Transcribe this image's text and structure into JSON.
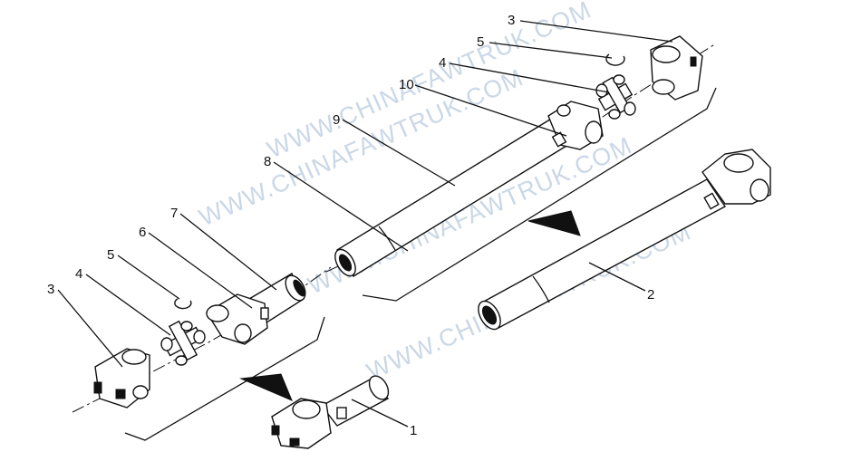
{
  "watermark": "WWW.CHINAFAWTRUK.COM",
  "callouts": [
    {
      "id": "callout-3-top",
      "text": "3"
    },
    {
      "id": "callout-5-top",
      "text": "5"
    },
    {
      "id": "callout-4-top",
      "text": "4"
    },
    {
      "id": "callout-10",
      "text": "10"
    },
    {
      "id": "callout-9",
      "text": "9"
    },
    {
      "id": "callout-8",
      "text": "8"
    },
    {
      "id": "callout-7",
      "text": "7"
    },
    {
      "id": "callout-6",
      "text": "6"
    },
    {
      "id": "callout-5-left",
      "text": "5"
    },
    {
      "id": "callout-4-left",
      "text": "4"
    },
    {
      "id": "callout-3-left",
      "text": "3"
    },
    {
      "id": "callout-2",
      "text": "2"
    },
    {
      "id": "callout-1",
      "text": "1"
    }
  ]
}
